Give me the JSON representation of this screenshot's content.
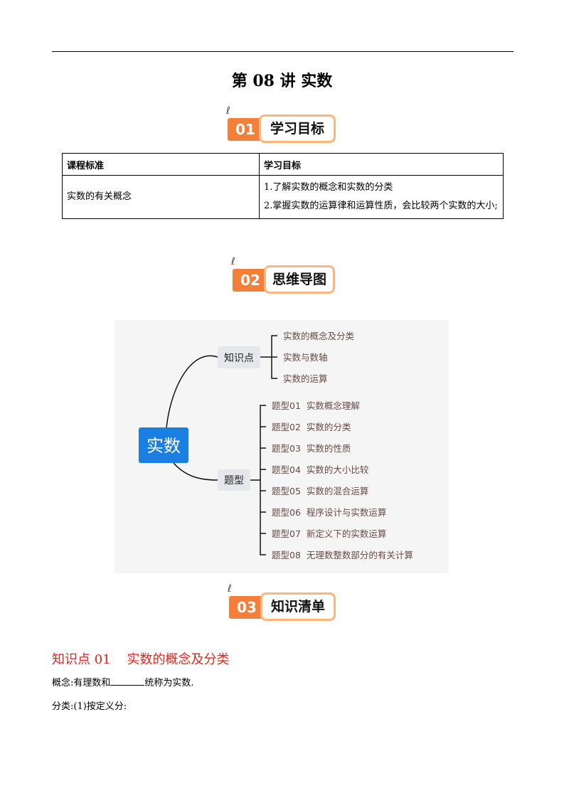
{
  "title": "第 08 讲 实数",
  "banners": [
    {
      "num": "01",
      "label": "学习目标"
    },
    {
      "num": "02",
      "label": "思维导图"
    },
    {
      "num": "03",
      "label": "知识清单"
    }
  ],
  "table": {
    "headers": [
      "课程标准",
      "学习目标"
    ],
    "row": {
      "standard": "实数的有关概念",
      "goals": [
        "1.了解实数的概念和实数的分类",
        "2.掌握实数的运算律和运算性质，会比较两个实数的大小;"
      ]
    }
  },
  "mindmap": {
    "root": "实数",
    "branches": [
      {
        "label": "知识点",
        "items": [
          "实数的概念及分类",
          "实数与数轴",
          "实数的运算"
        ]
      },
      {
        "label": "题型",
        "items": [
          "题型01  实数概念理解",
          "题型02  实数的分类",
          "题型03  实数的性质",
          "题型04  实数的大小比较",
          "题型05  实数的混合运算",
          "题型06  程序设计与实数运算",
          "题型07  新定义下的实数运算",
          "题型08  无理数整数部分的有关计算"
        ]
      }
    ]
  },
  "section": {
    "heading": "知识点 01    实数的概念及分类",
    "line1_a": "概念:有理数和",
    "line1_b": "统称为实数.",
    "line2": "分类:(1)按定义分:"
  }
}
